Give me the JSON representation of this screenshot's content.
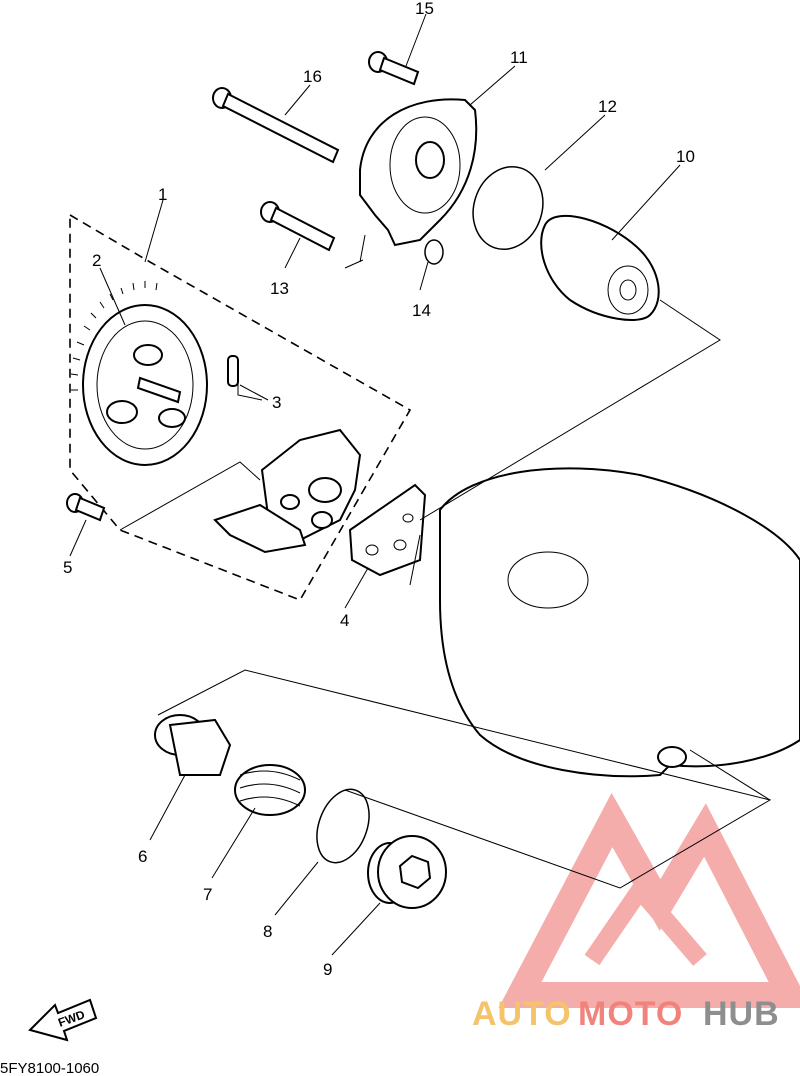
{
  "diagram": {
    "callouts": [
      "15",
      "16",
      "11",
      "12",
      "10",
      "1",
      "2",
      "3",
      "13",
      "14",
      "4",
      "5",
      "6",
      "7",
      "8",
      "9"
    ],
    "part_code": "5FY8100-1060",
    "fwd_label": "FWD"
  },
  "watermark": {
    "part_a": "AUTO",
    "part_b": "MOTO",
    "part_c": "HUB",
    "colors": {
      "auto": "#f4c36a",
      "moto": "#f1837c",
      "hub": "#8e8e8e",
      "logo": "#f4a9a6"
    }
  }
}
